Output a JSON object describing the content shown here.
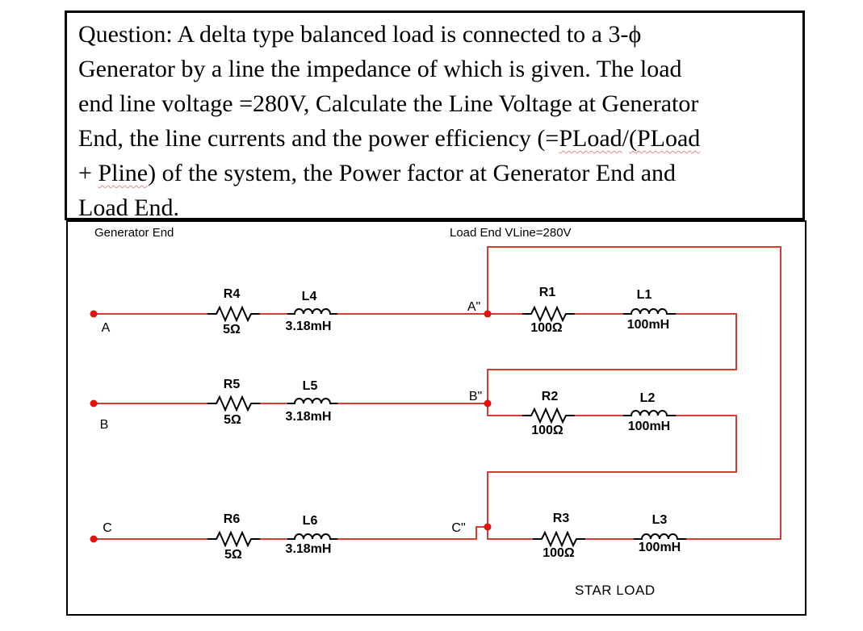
{
  "question": {
    "line1": "Question: A delta type balanced load is connected to a 3-ϕ",
    "line2": "Generator by a line the impedance of which is given. The load",
    "line3": "end line voltage =280V, Calculate the Line Voltage at Generator",
    "line4_pre": "End, the line currents and the power efficiency (=",
    "line4_w1": "PLoad",
    "line4_mid": "/",
    "line4_w2": "(PLoad",
    "line5_pre": "+ ",
    "line5_w1": "Pline",
    "line5_post": ") of the system, the Power factor at Generator End and",
    "line6": "Load End."
  },
  "diagram": {
    "generator_end_label": "Generator End",
    "load_end_label": "Load End VLine=280V",
    "star_load_label": "STAR LOAD",
    "nodes": {
      "a": "A",
      "b": "B",
      "c": "C",
      "a2": "A\"",
      "b2": "B\"",
      "c2": "C\""
    },
    "line_impedance": {
      "r4": {
        "name": "R4",
        "value": "5Ω"
      },
      "l4": {
        "name": "L4",
        "value": "3.18mH"
      },
      "r5": {
        "name": "R5",
        "value": "5Ω"
      },
      "l5": {
        "name": "L5",
        "value": "3.18mH"
      },
      "r6": {
        "name": "R6",
        "value": "5Ω"
      },
      "l6": {
        "name": "L6",
        "value": "3.18mH"
      }
    },
    "load": {
      "r1": {
        "name": "R1",
        "value": "100Ω"
      },
      "l1": {
        "name": "L1",
        "value": "100mH"
      },
      "r2": {
        "name": "R2",
        "value": "100Ω"
      },
      "l2": {
        "name": "L2",
        "value": "100mH"
      },
      "r3": {
        "name": "R3",
        "value": "100Ω"
      },
      "l3": {
        "name": "L3",
        "value": "100mH"
      }
    },
    "colors": {
      "wire": "#d93a33",
      "dot": "#e8100c",
      "component": "#000000"
    }
  }
}
